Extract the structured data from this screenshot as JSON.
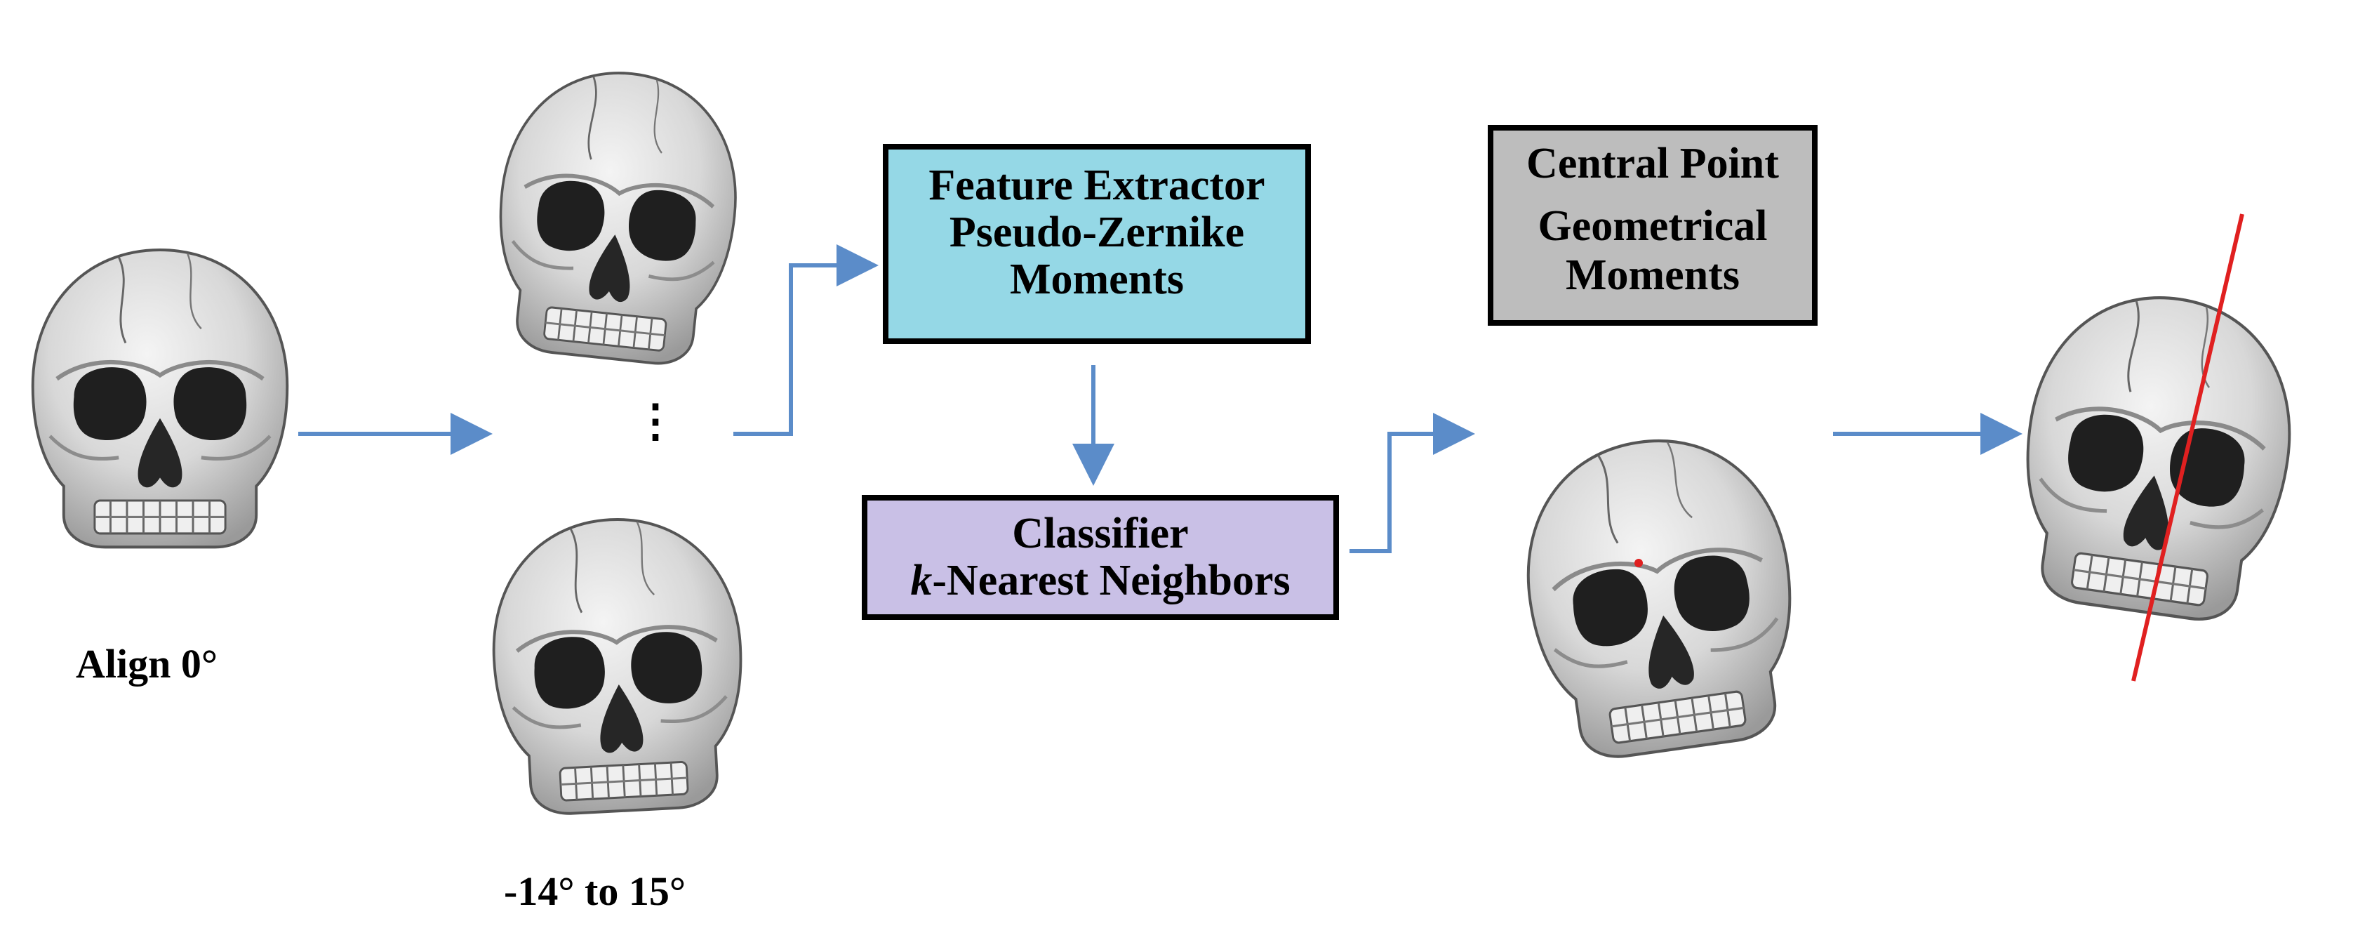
{
  "colors": {
    "arrow": "#5b8cc9",
    "feature_box": "#95d8e6",
    "classifier_box": "#c9c0e6",
    "central_box": "#bdbdbd",
    "symmetry_line": "#e02020",
    "central_dot": "#e02020"
  },
  "icons": [
    "skull-icon",
    "arrow-icon",
    "vertical-ellipsis-icon"
  ],
  "labels": {
    "align": "Align 0°",
    "range": "-14° to 15°",
    "ellipsis": "⋮"
  },
  "feature_box": {
    "line1": "Feature Extractor",
    "line2": "Pseudo-Zernike",
    "line3": "Moments"
  },
  "classifier_box": {
    "line1": "Classifier",
    "line2_italic": "k",
    "line2_rest": "-Nearest Neighbors"
  },
  "central_box": {
    "line1": "Central Point",
    "line2": "Geometrical",
    "line3": "Moments"
  }
}
